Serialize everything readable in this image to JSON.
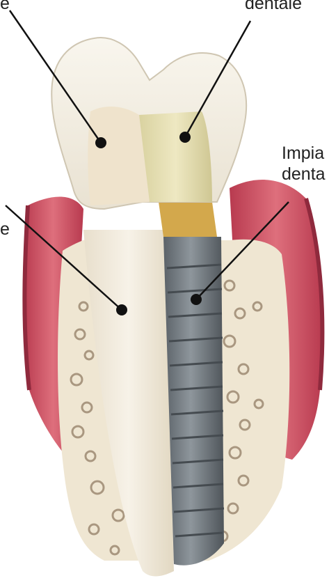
{
  "labels": {
    "top_left": {
      "text": "e"
    },
    "top_right": {
      "text": "dentale"
    },
    "implant": {
      "line1": "Impia",
      "line2": "denta"
    },
    "left_middle": {
      "text": "e"
    }
  },
  "colors": {
    "gum": "#c94c5c",
    "gum_dark": "#a8334a",
    "bone": "#efe6d2",
    "bone_spongy": "#b9a992",
    "enamel": "#f3eee2",
    "root": "#efe7d8",
    "abutment": "#e6dfae",
    "collar": "#d3a84c",
    "implant": "#6d757c",
    "leader_line": "#111111"
  }
}
